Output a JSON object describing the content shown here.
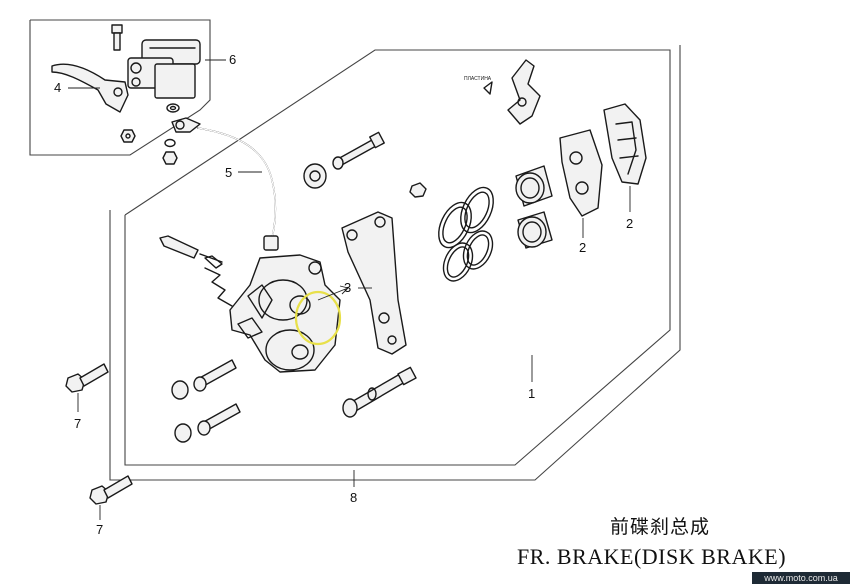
{
  "title_cn": "前碟刹总成",
  "title_en": "FR. BRAKE(DISK BRAKE)",
  "watermark": "www.moto.com.ua",
  "tiny_label": "ПЛАСТИНА",
  "callouts": [
    {
      "id": "c1",
      "text": "1"
    },
    {
      "id": "c2a",
      "text": "2"
    },
    {
      "id": "c2b",
      "text": "2"
    },
    {
      "id": "c3",
      "text": "3"
    },
    {
      "id": "c4",
      "text": "4"
    },
    {
      "id": "c5",
      "text": "5"
    },
    {
      "id": "c6",
      "text": "6"
    },
    {
      "id": "c7a",
      "text": "7"
    },
    {
      "id": "c7b",
      "text": "7"
    },
    {
      "id": "c8",
      "text": "8"
    }
  ],
  "colors": {
    "line": "#1a1a1a",
    "highlight": "#e8e04a",
    "watermark_bg": "#1e2a35"
  }
}
